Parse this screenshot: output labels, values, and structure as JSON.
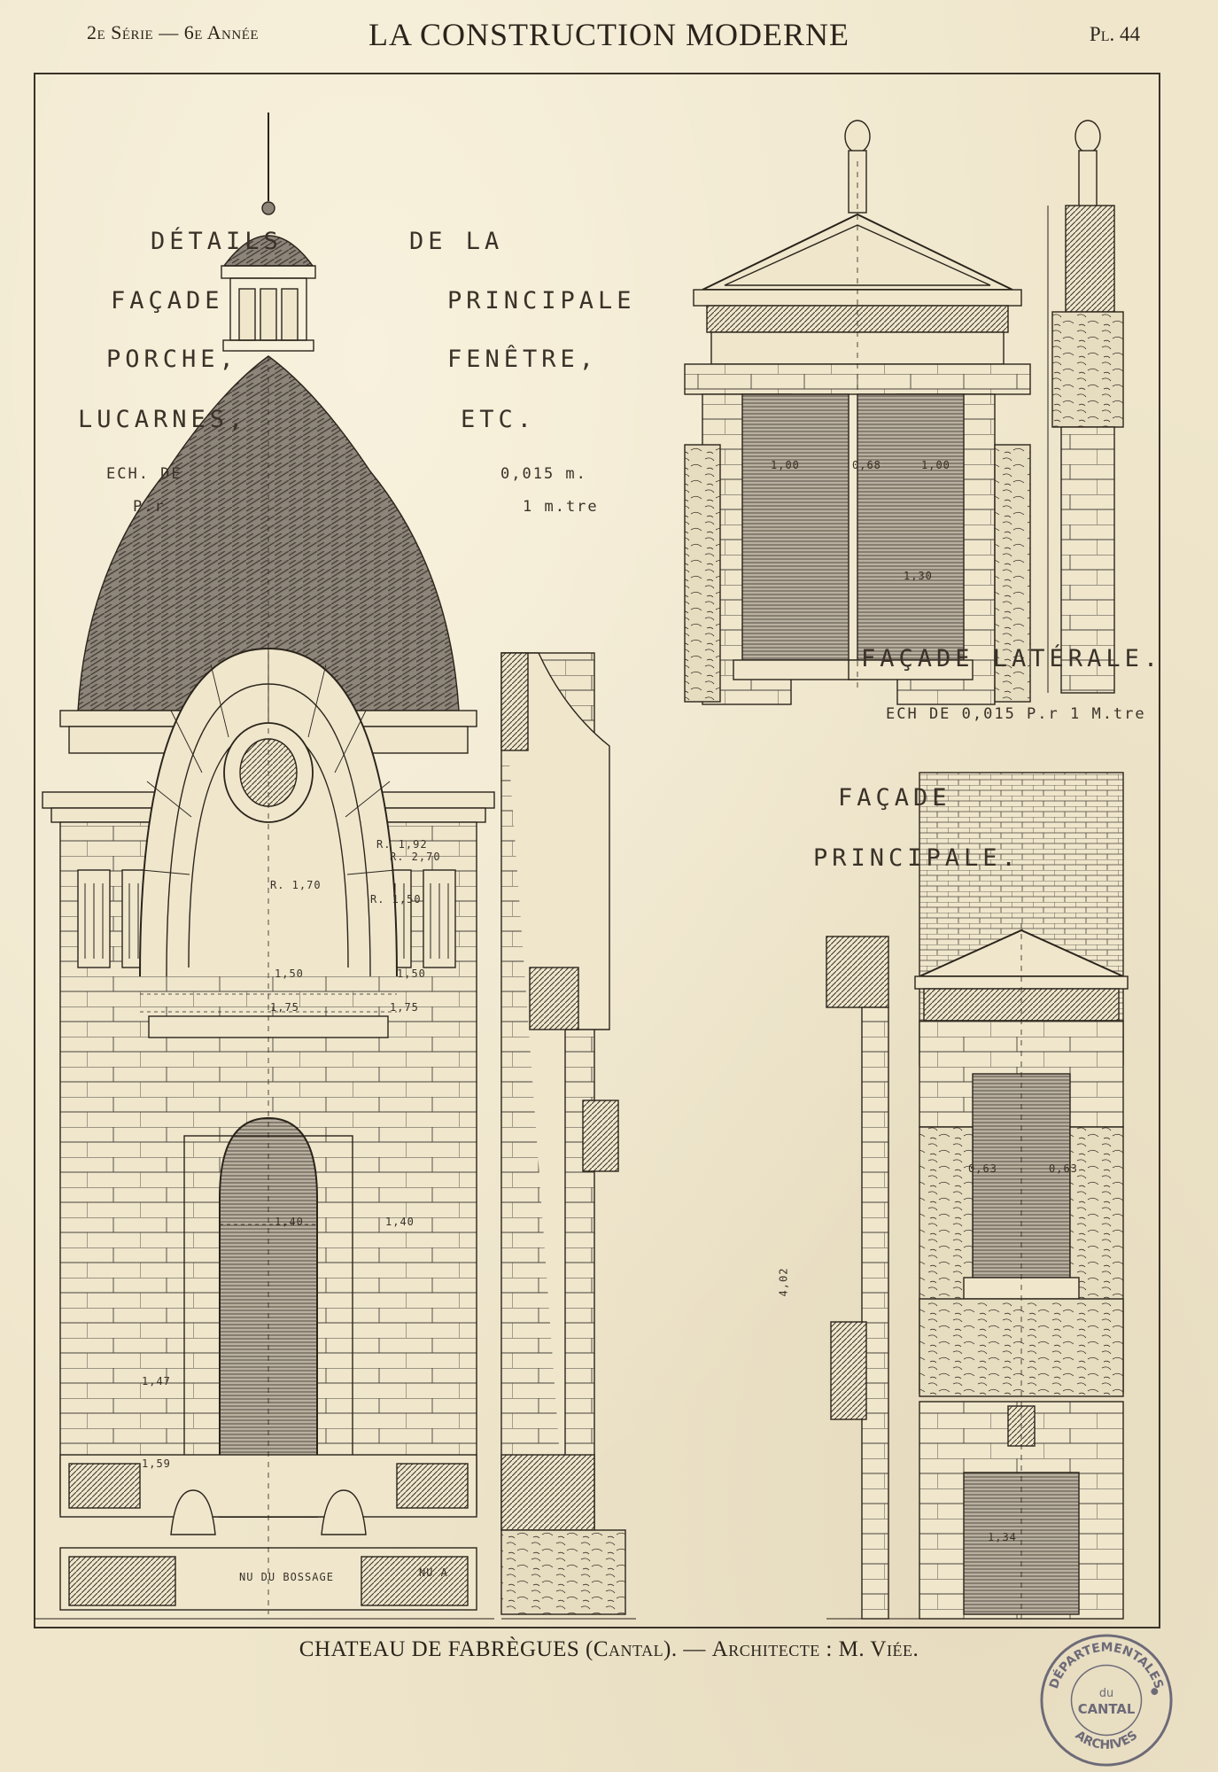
{
  "header": {
    "series": "2e Série — 6e Année",
    "journal": "LA CONSTRUCTION MODERNE",
    "plate": "Pl. 44"
  },
  "drawing_labels": {
    "title_left_1": "DÉTAILS",
    "title_right_1": "DE LA",
    "title_left_2": "FAÇADE",
    "title_right_2": "PRINCIPALE",
    "title_left_3": "PORCHE,",
    "title_right_3": "FENÊTRE,",
    "title_left_4": "LUCARNES,",
    "title_right_4": "ETC.",
    "scale_left": "ECH. DE",
    "scale_right": "0,015 m.",
    "scale_left_2": "P.r",
    "scale_right_2": "1 m.tre",
    "facade_laterale": "FAÇADE LATÉRALE.",
    "scale_laterale": "ECH DE 0,015 P.r 1 M.tre",
    "facade_principale_1": "FAÇADE",
    "facade_principale_2": "PRINCIPALE.",
    "dimensions": {
      "d150a": "1,50",
      "d150b": "1,50",
      "d175a": "1,75",
      "d175b": "1,75",
      "d140a": "1,40",
      "d140b": "1,40",
      "d147": "1,47",
      "d159": "1,59",
      "d100a": "1,00",
      "d068": "0,68",
      "d100b": "1,00",
      "d130": "1,30",
      "d063a": "0,63",
      "d063b": "0,63",
      "d134": "1,34",
      "d402": "4,02",
      "r170": "R. 1,70",
      "r192": "R. 1,92",
      "r270": "R. 2,70",
      "r150": "R. 1,50",
      "nu_bossage": "NU DU BOSSAGE",
      "nu_a": "NU A"
    }
  },
  "caption": {
    "main": "CHATEAU DE FABRÈGUES",
    "region": "(Cantal).",
    "dash": "—",
    "architect_label": "Architecte :",
    "architect": "M. Viée."
  },
  "stamp": {
    "text_top": "DÉPARTEMENTALES",
    "text_bottom": "ARCHIVES",
    "text_center_1": "du",
    "text_center_2": "CANTAL"
  },
  "colors": {
    "paper": "#efe6cc",
    "ink": "#2b241b",
    "stamp_ink": "#6d6a78"
  }
}
